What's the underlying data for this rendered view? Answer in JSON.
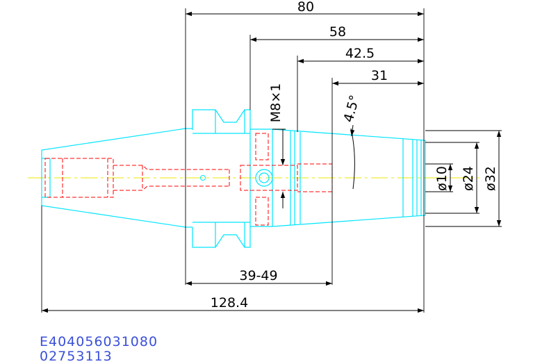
{
  "dimensions": {
    "d80": "80",
    "d58": "58",
    "d42_5": "42.5",
    "d31": "31",
    "angle": "4.5°",
    "thread": "M8×1",
    "dia10": "ø10",
    "dia24": "ø24",
    "dia32": "ø32",
    "range": "39-49",
    "overall": "128.4"
  },
  "part": {
    "code1": "E404056031080",
    "code2": "02753113"
  },
  "colors": {
    "outline": "#00e5ff",
    "hidden": "#ff0000",
    "centerline": "#e8e800",
    "dimension": "#000000",
    "code_text": "#3a4fd8"
  }
}
